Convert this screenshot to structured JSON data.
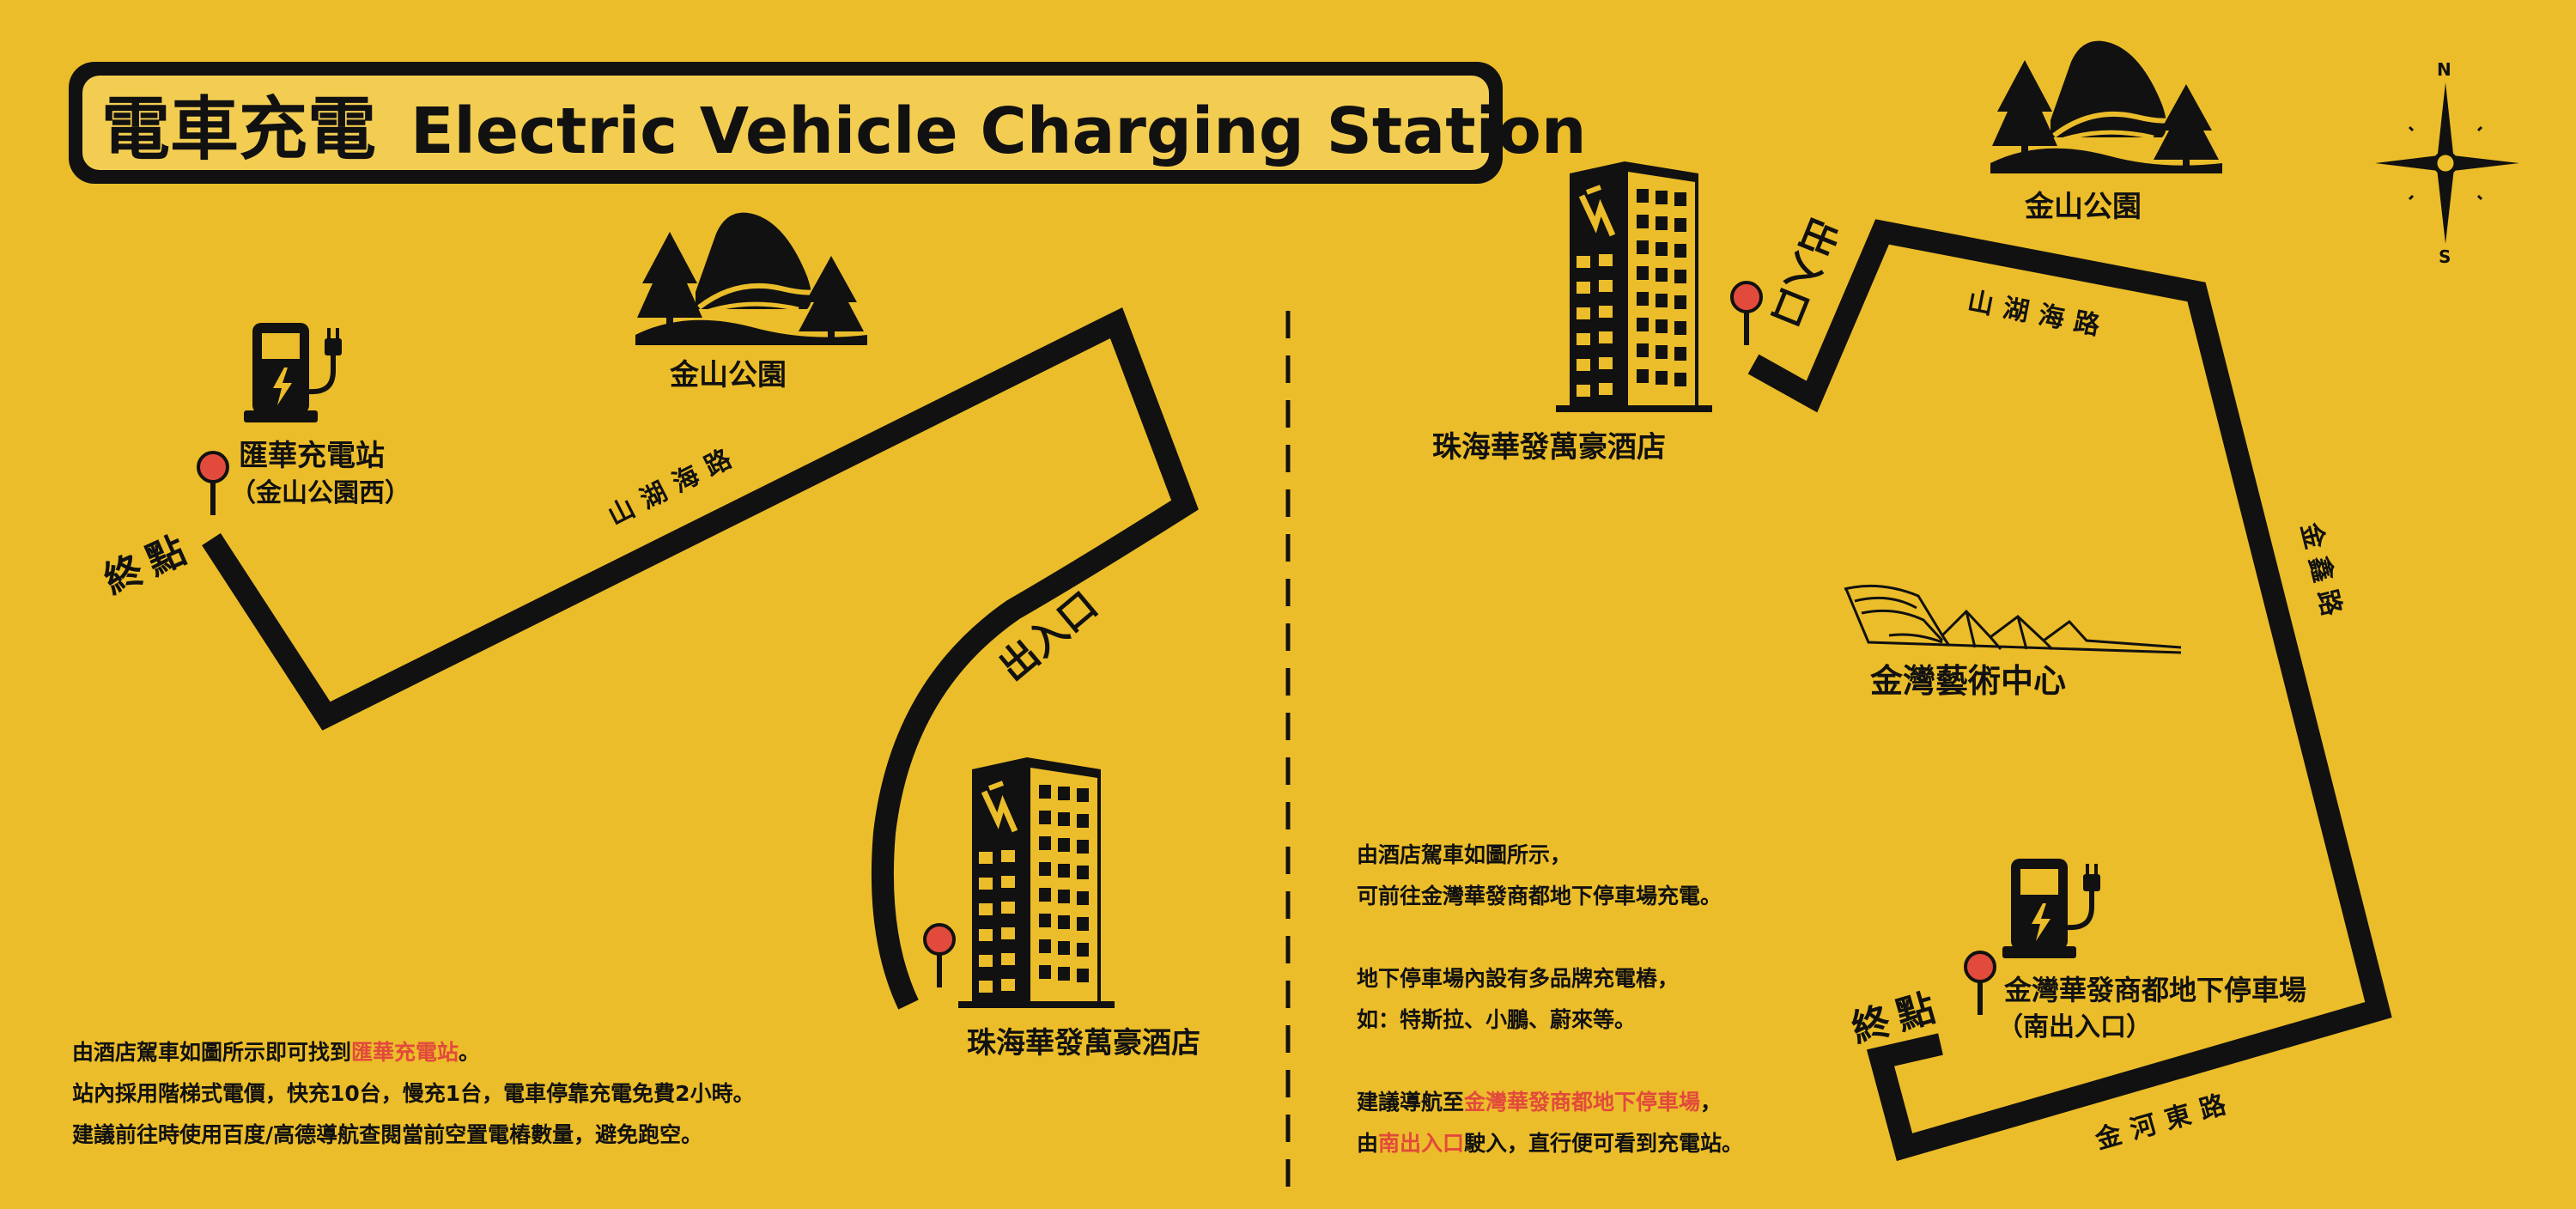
{
  "title": {
    "zh": "電車充電",
    "en": "Electric Vehicle Charging Station"
  },
  "colors": {
    "background": "#ecbd2a",
    "ink": "#111111",
    "highlight": "#e24a3c",
    "pin": "#e24a3c",
    "title_box": "#f3cd52"
  },
  "left_map": {
    "park_label": "金山公園",
    "road_label": "山湖海路",
    "entrance_label": "出入口",
    "destination_label": "終點",
    "station_name": "匯華充電站",
    "station_sub": "（金山公園西）",
    "hotel_label": "珠海華發萬豪酒店",
    "icons": [
      "charging-station-icon",
      "park-trees-icon",
      "hotel-building-icon",
      "location-pin-icon"
    ],
    "notes": {
      "line1_a": "由酒店駕車如圖所示即可找到",
      "line1_hl": "匯華充電站",
      "line1_b": "。",
      "line2": "站內採用階梯式電價，快充10台，慢充1台，電車停靠充電免費2小時。",
      "line3": "建議前往時使用百度/高德導航查閱當前空置電樁數量，避免跑空。"
    }
  },
  "right_map": {
    "park_label": "金山公園",
    "road_top_label": "山湖海路",
    "road_right_label": "金鑫路",
    "road_bottom_label": "金河東路",
    "entrance_label": "出入口",
    "destination_label": "終點",
    "arts_center_label": "金灣藝術中心",
    "hotel_label": "珠海華發萬豪酒店",
    "station_name": "金灣華發商都地下停車場",
    "station_sub": "（南出入口）",
    "compass": {
      "north": "N",
      "south": "S"
    },
    "icons": [
      "charging-station-icon",
      "park-trees-icon",
      "hotel-building-icon",
      "arts-center-icon",
      "compass-icon",
      "location-pin-icon"
    ],
    "notes": {
      "line1": "由酒店駕車如圖所示，",
      "line2": "可前往金灣華發商都地下停車場充電。",
      "line3": "地下停車場內設有多品牌充電樁，",
      "line4": "如：特斯拉、小鵬、蔚來等。",
      "line5_a": "建議導航至",
      "line5_hl": "金灣華發商都地下停車場",
      "line5_b": "，",
      "line6_a": "由",
      "line6_hl": "南出入口",
      "line6_b": "駛入，直行便可看到充電站。"
    }
  }
}
